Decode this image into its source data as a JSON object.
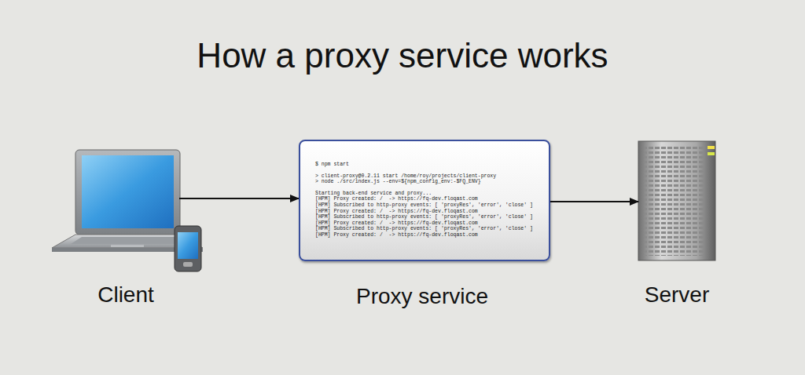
{
  "diagram": {
    "title": "How a proxy service works",
    "nodes": [
      {
        "text": [
          "Client"
        ]
      },
      {
        "text": [
          "$ npm start",
          "> client-proxy@0.2.11 start /home/roy/projects/client-proxy",
          "> node ./src/index.js --env=${npm_config_env:-$FQ_ENV}",
          "Starting back-end service and proxy...",
          "[HPM] Proxy created: /  -> https://fq-dev.floqast.com",
          "[HPM] Subscribed to http-proxy events: [ 'proxyRes', 'error', 'close' ]",
          "[HPM] Proxy created: /  -> https://fq-dev.floqast.com",
          "[HPM] Subscribed to http-proxy events: [ 'proxyRes', 'error', 'close' ]",
          "[HPM] Proxy created: /  -> https://fq-dev.floqast.com",
          "[HPM] Subscribed to http-proxy events: [ 'proxyRes', 'error', 'close' ]",
          "[HPM] Proxy created: /  -> https://fq-dev.floqast.com",
          "Proxy service"
        ]
      },
      {
        "text": [
          "Server"
        ]
      }
    ],
    "edges": [
      {
        "from": 0,
        "to": 1,
        "arrow": "to"
      },
      {
        "from": 1,
        "to": 2,
        "arrow": "to"
      }
    ]
  }
}
